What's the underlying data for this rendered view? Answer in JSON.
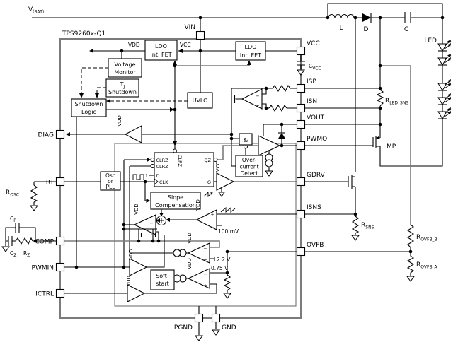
{
  "title": "TPS9260x-Q1",
  "power": {
    "vbat_base": "V",
    "vbat_sub": "(BAT)"
  },
  "pins": {
    "vin": "VIN",
    "vcc": "VCC",
    "isp": "ISP",
    "isn": "ISN",
    "vout": "VOUT",
    "pwmo": "PWMO",
    "gdrv": "GDRV",
    "isns": "ISNS",
    "ovfb": "OVFB",
    "diag": "DIAG",
    "rt": "RT",
    "comp": "COMP",
    "pwmin": "PWMIN",
    "ictrl": "ICTRL",
    "pgnd": "PGND",
    "gnd": "GND"
  },
  "external": {
    "inductor": "L",
    "diode": "D",
    "cap": "C",
    "led": "LED",
    "mp": "MP",
    "c_vcc": {
      "base": "C",
      "sub": "VCC"
    },
    "r_led_sns": {
      "base": "R",
      "sub": "LED_SNS"
    },
    "r_sns": {
      "base": "R",
      "sub": "SNS"
    },
    "r_ovfb_b": {
      "base": "R",
      "sub": "OVFB_B"
    },
    "r_ovfb_a": {
      "base": "R",
      "sub": "OVFB_A"
    },
    "r_osc": {
      "base": "R",
      "sub": "OSC"
    },
    "c_p": {
      "base": "C",
      "sub": "P"
    },
    "c_z": {
      "base": "C",
      "sub": "Z"
    },
    "r_z": {
      "base": "R",
      "sub": "Z"
    }
  },
  "blocks": {
    "ldo_line1": "LDO",
    "ldo_line2": "Int. FET",
    "vm1": "Voltage",
    "vm2": "Monitor",
    "tj_base": "T",
    "tj_sub": "J",
    "tj_line2": "Shutdown",
    "sl1": "Shutdown",
    "sl2": "Logic",
    "uvlo": "UVLO",
    "osc1": "Osc",
    "osc2": "or",
    "osc3": "PLL",
    "slope1": "Slope",
    "slope2": "Compensation",
    "ocd1": "Over-",
    "ocd2": "current",
    "ocd3": "Detect",
    "ss1": "Soft-",
    "ss2": "start",
    "and": "&"
  },
  "flipflop": {
    "clrz": "CLRZ",
    "d": "D",
    "clk": "CLK",
    "qz": "QZ",
    "q": "Q",
    "one": "1"
  },
  "rails": {
    "vdd": "VDD",
    "vcc": "VCC"
  },
  "refs": {
    "mv100": "100 mV",
    "v22": "2.2 V",
    "v075": "0.75 V"
  },
  "marks": {
    "plus": "+",
    "minus": "−"
  }
}
